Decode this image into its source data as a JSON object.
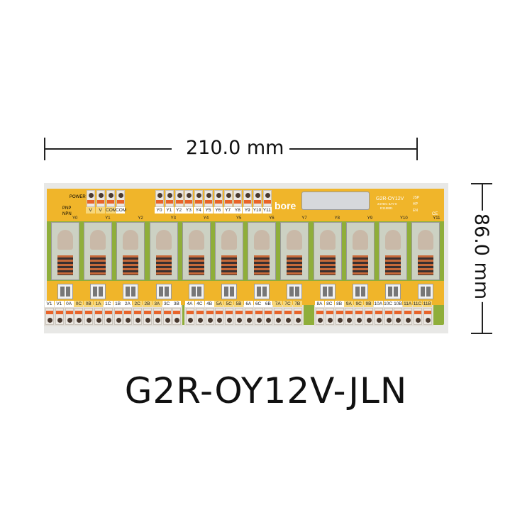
{
  "dimensions": {
    "width": "210.0 mm",
    "height": "86.0 mm"
  },
  "product": {
    "model": "G2R-OY12V-JLN"
  },
  "board": {
    "brand": "bore",
    "board_model": "G2R-OY12V",
    "rating": "24VDC 5AY-0",
    "cert": "E118881",
    "options": [
      "JSP",
      "HP",
      "EN"
    ],
    "ce_mark": "CE",
    "power_label": "POWER",
    "pnp_label": "PNP",
    "npn_label": "NPN",
    "power_terminals": [
      "V",
      "V",
      "COM",
      "COM"
    ],
    "input_terminals": [
      "Y0",
      "Y1",
      "Y2",
      "Y3",
      "Y4",
      "Y5",
      "Y6",
      "Y7",
      "Y8",
      "Y9",
      "Y10",
      "Y11"
    ],
    "relay_labels": [
      "Y0",
      "Y1",
      "Y2",
      "Y3",
      "Y4",
      "Y5",
      "Y6",
      "Y7",
      "Y8",
      "Y9",
      "Y10",
      "Y11"
    ],
    "output_groups": [
      [
        "V1",
        "V1",
        "0A",
        "0C",
        "0B",
        "1A",
        "1C",
        "1B",
        "2A",
        "2C",
        "2B",
        "3A",
        "3C",
        "3B"
      ],
      [
        "4A",
        "4C",
        "4B",
        "5A",
        "5C",
        "5B",
        "6A",
        "6C",
        "6B",
        "7A",
        "7C",
        "7B"
      ],
      [
        "8A",
        "8C",
        "8B",
        "9A",
        "9C",
        "9B",
        "10A",
        "10C",
        "10B",
        "11A",
        "11C",
        "11B"
      ]
    ]
  }
}
